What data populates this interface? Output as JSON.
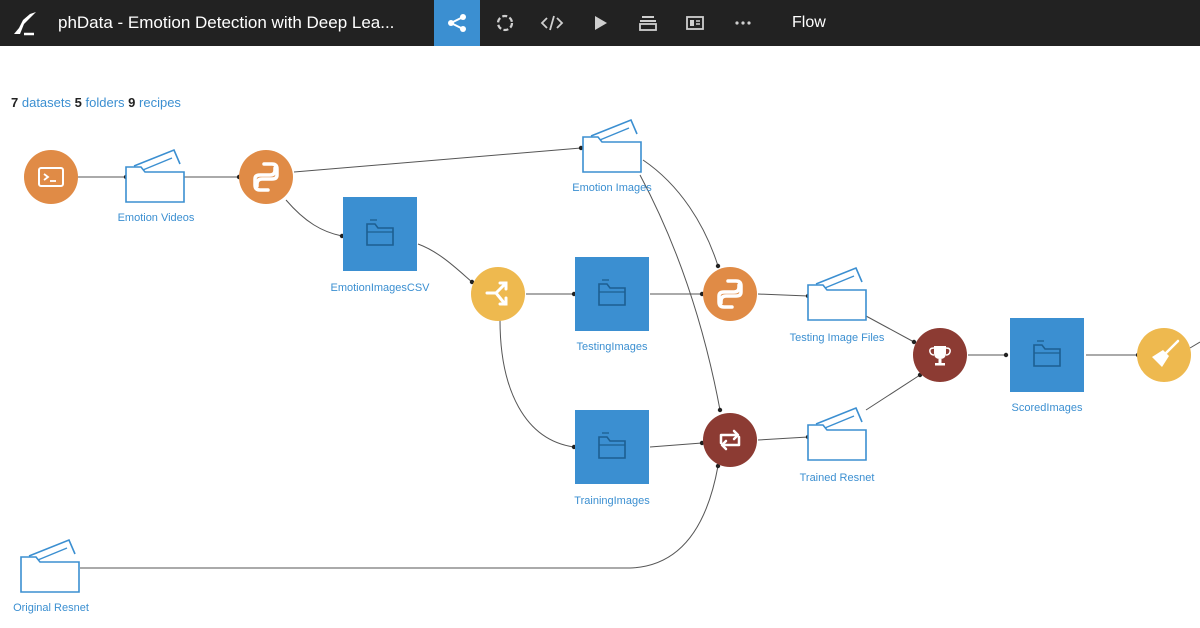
{
  "header": {
    "title": "phData - Emotion Detection with Deep Lea...",
    "flow_label": "Flow",
    "nav_icons": [
      "flow-icon",
      "jobs-icon",
      "code-icon",
      "run-icon",
      "stack-icon",
      "dashboard-icon",
      "more-icon"
    ]
  },
  "summary": {
    "datasets_count": "7",
    "datasets_label": "datasets",
    "folders_count": "5",
    "folders_label": "folders",
    "recipes_count": "9",
    "recipes_label": "recipes"
  },
  "nodes": {
    "emotion_videos": "Emotion Videos",
    "emotion_images": "Emotion Images",
    "emotion_images_csv": "EmotionImagesCSV",
    "testing_images": "TestingImages",
    "training_images": "TrainingImages",
    "testing_image_files": "Testing Image Files",
    "trained_resnet": "Trained Resnet",
    "scored_images": "ScoredImages",
    "original_resnet": "Original Resnet"
  },
  "colors": {
    "topbar": "#222222",
    "accent": "#3b8fd1",
    "recipe_orange": "#e08b46",
    "recipe_yellow": "#eeb94f",
    "recipe_red": "#8c3b33"
  }
}
